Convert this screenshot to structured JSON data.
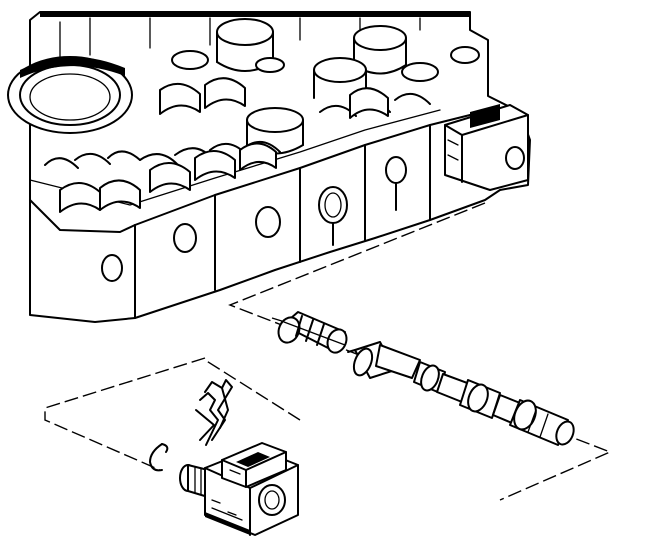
{
  "diagram": {
    "background_color": "#ffffff",
    "line_color": "#000000",
    "style": "black line-art exploded view, no printed text",
    "parts": [
      "valve-body",
      "shift-valve-bore",
      "sleeve",
      "valve-spool",
      "solenoid",
      "o-ring",
      "retainer-clip"
    ]
  }
}
